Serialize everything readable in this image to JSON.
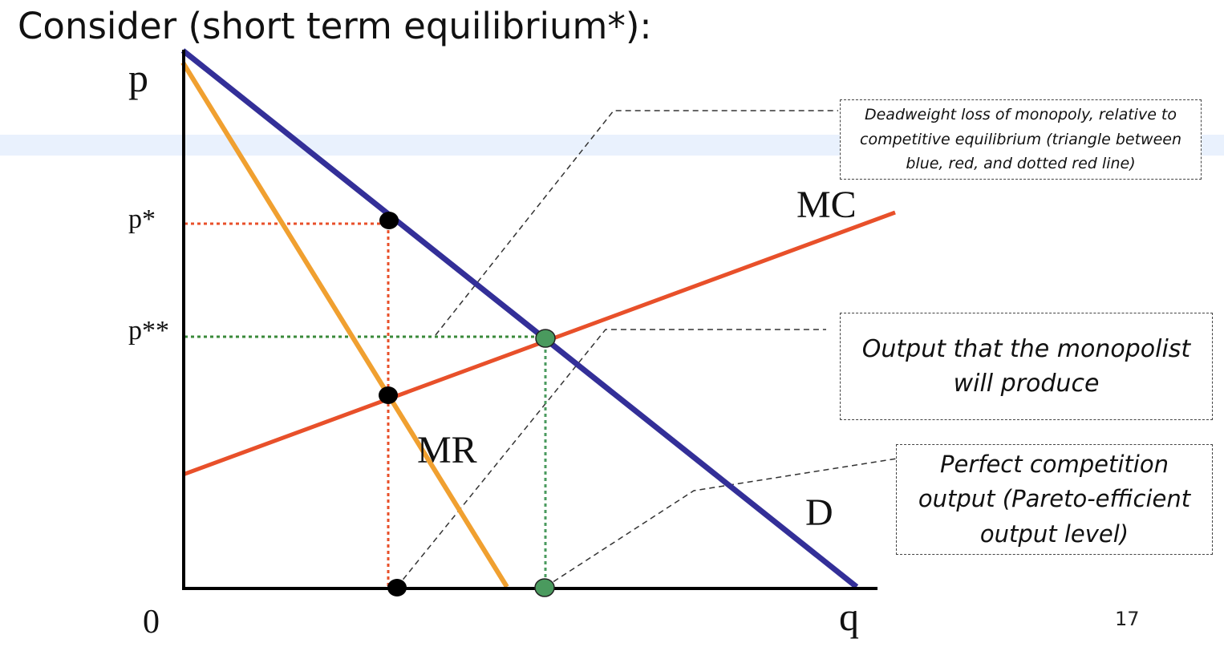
{
  "slide": {
    "title": "Consider (short term equilibrium*):",
    "page_number": "17"
  },
  "axes": {
    "y_label": "p",
    "x_label": "q",
    "origin_label": "0",
    "p_star_label": "p*",
    "p_double_star_label": "p**"
  },
  "curves": {
    "demand_label": "D",
    "marginal_revenue_label": "MR",
    "marginal_cost_label": "MC"
  },
  "callouts": {
    "deadweight_loss": "Deadweight loss of monopoly, relative to competitive equilibrium (triangle between blue, red, and dotted red line)",
    "monopolist_output": "Output that the monopolist will produce",
    "competitive_output": "Perfect competition output (Pareto-efficient output level)"
  },
  "colors": {
    "demand": "#332f98",
    "marginal_revenue": "#f0a030",
    "marginal_cost": "#e8502a",
    "monopoly_guide": "#e8502a",
    "competitive_guide": "#3a8a3a",
    "monopoly_point": "#000000",
    "competitive_point": "#4a9a5e"
  }
}
